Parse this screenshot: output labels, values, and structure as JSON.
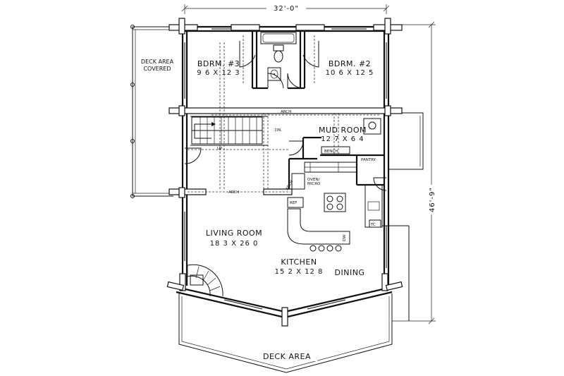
{
  "dimensions": {
    "width_label": "32'-0\"",
    "depth_label": "46'-9\""
  },
  "rooms": {
    "deck_covered_line1": "DECK AREA",
    "deck_covered_line2": "COVERED",
    "bedroom3_name": "BDRM. #3",
    "bedroom3_size": "9 6 X 12 3",
    "bedroom2_name": "BDRM. #2",
    "bedroom2_size": "10 6 X 12 5",
    "mud_room_name": "MUD ROOM",
    "mud_room_size": "12 7 X 6 4",
    "living_room_name": "LIVING ROOM",
    "living_room_size": "18 3 X 26 0",
    "kitchen_name": "KITCHEN",
    "kitchen_size": "15 2 X 12 8",
    "dining_name": "DINING",
    "deck_area_name": "DECK AREA"
  },
  "fixtures": {
    "arch_top": "ARCH",
    "arch_left": "ARCH",
    "arch_right": "ARCH",
    "stair_dn": "DN.",
    "stair_up": "UP",
    "bench": "BENCH",
    "pantry": "PANTRY",
    "oven_micro_line1": "OVEN/",
    "oven_micro_line2": "MICRO",
    "fridge": "REF",
    "bar": "BAR",
    "dw": "DW",
    "tc": "TC"
  }
}
